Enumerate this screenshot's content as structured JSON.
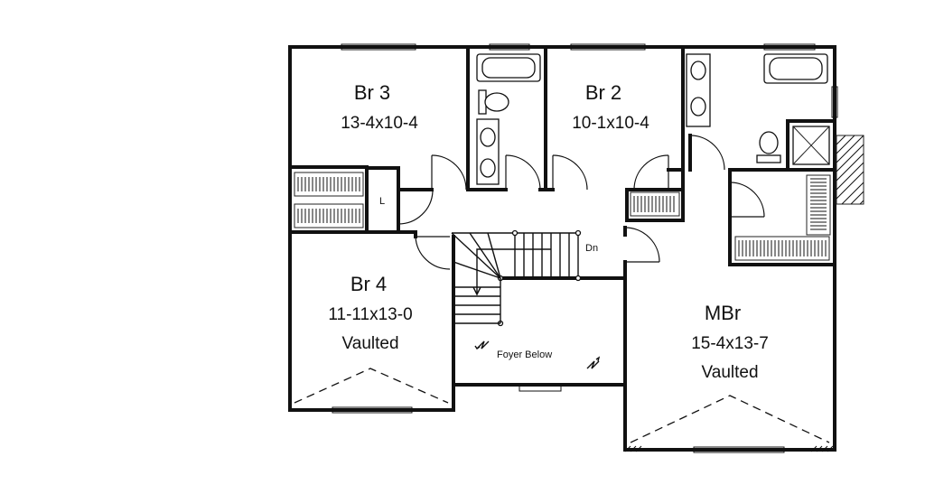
{
  "rooms": {
    "br3": {
      "name": "Br 3",
      "dims": "13-4x10-4"
    },
    "br2": {
      "name": "Br 2",
      "dims": "10-1x10-4"
    },
    "br4": {
      "name": "Br 4",
      "dims": "11-11x13-0",
      "note": "Vaulted"
    },
    "mbr": {
      "name": "MBr",
      "dims": "15-4x13-7",
      "note": "Vaulted"
    }
  },
  "labels": {
    "linen": "L",
    "stairs_down": "Dn",
    "foyer_below": "Foyer Below"
  }
}
